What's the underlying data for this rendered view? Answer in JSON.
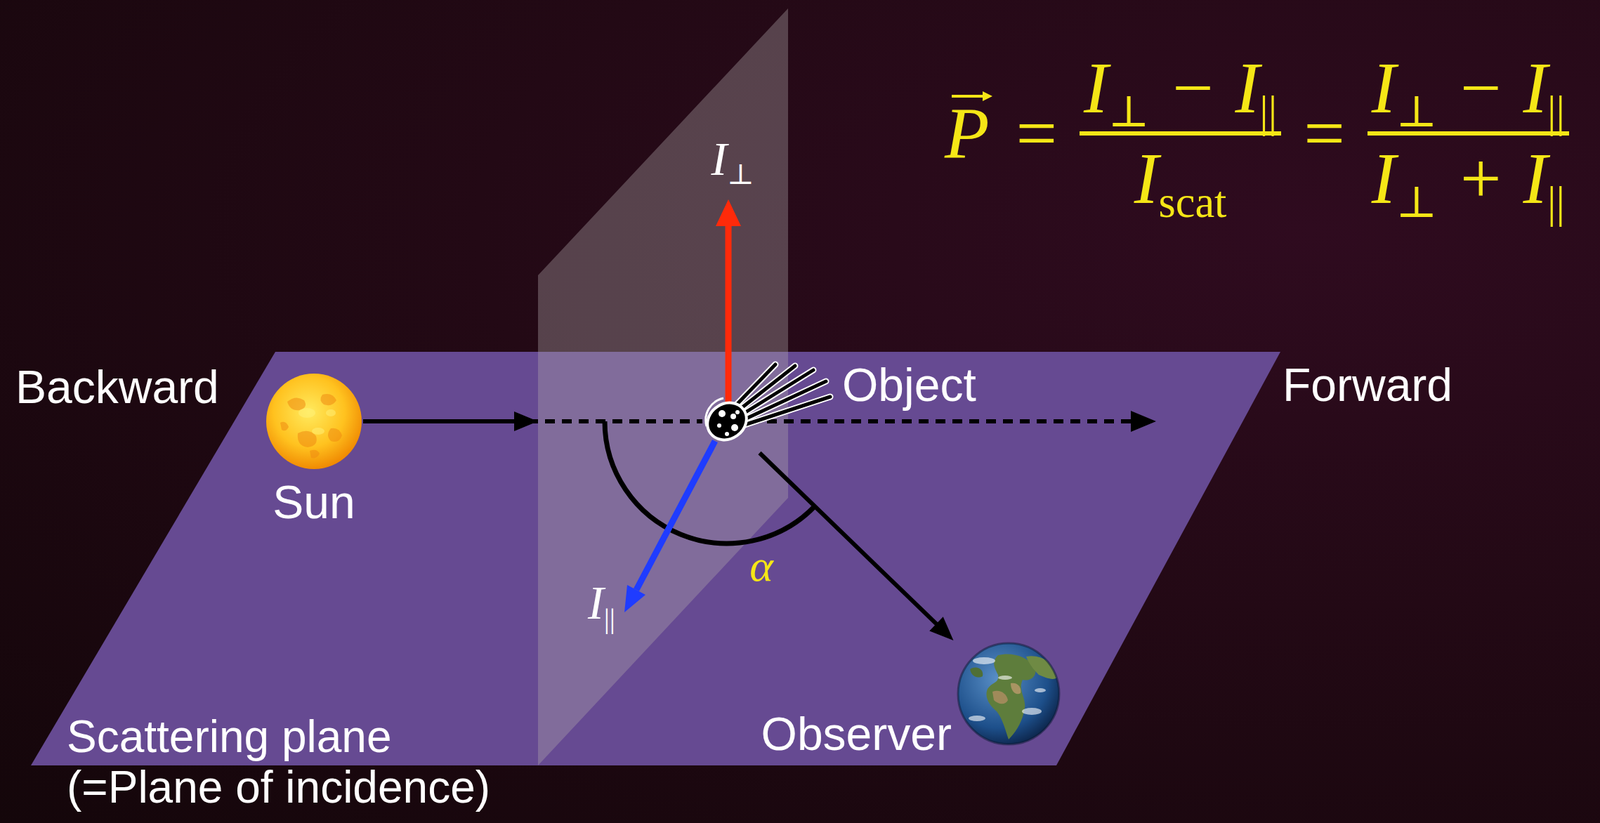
{
  "diagram": {
    "nodes": [
      {
        "text": [
          "Scattering plane (=Plane of incidence)"
        ]
      },
      {
        "text": [
          "Sun"
        ],
        "in": 0
      },
      {
        "text": [
          "Object"
        ],
        "in": 0
      },
      {
        "text": [
          "Observer"
        ],
        "in": 0
      }
    ],
    "edges": [
      {
        "from": 1,
        "to": 2,
        "arrow": "to"
      },
      {
        "from": 2,
        "to": 3,
        "arrow": "to"
      }
    ],
    "labels": [
      "P",
      "=",
      "I⊥ − I||",
      "Iscat",
      "=",
      "I⊥ − I||",
      "I⊥ + I||",
      "I⊥",
      "I||",
      "α",
      "Backward",
      "Forward"
    ]
  }
}
